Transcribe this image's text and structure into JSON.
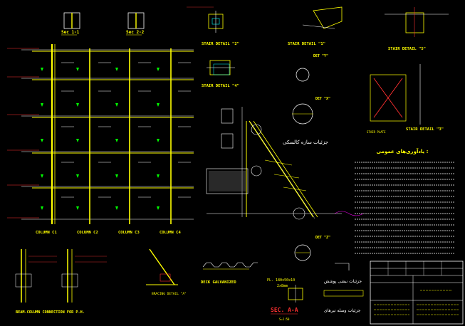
{
  "sections": {
    "sec1": "Sec 1-1",
    "sec2": "Sec 2-2"
  },
  "details": {
    "stair_2": "STAIR DETAIL \"2\"",
    "stair_1": "STAIR DETAIL \"1\"",
    "stair_5": "STAIR DETAIL \"5\"",
    "stair_4": "STAIR DETAIL \"4\"",
    "stair_3": "STAIR DETAIL \"3\"",
    "det_y": "DET \"Y\"",
    "det_x": "DET \"X\"",
    "det_z": "DET \"Z\"",
    "stair_parts_fa": "جزئیات سازه کالسکی",
    "stair_section": "SEC. A-A",
    "scale_small": "S=1:50",
    "plate_note": "PL. 180x50x10",
    "plate_note2": "2x8mm",
    "notes_title": "یادآوری‌های عمومی :",
    "fa_label_1": "جزئیات نبشی پوشش",
    "fa_label_2": "جزئیات وصله تیرهای",
    "stair_plate": "STAIR PLATE"
  },
  "columns": {
    "labels": [
      "COLUMN C1",
      "COLUMN C2",
      "COLUMN C3",
      "COLUMN C4"
    ]
  },
  "bottom": {
    "beam_col": "BEAM-COLUMN CONNECTION FOR P.H.",
    "deck": "DECK GALVANIZED",
    "bracing": "BRACING DETAIL \"A\""
  },
  "title_block": {
    "label": "title block"
  }
}
